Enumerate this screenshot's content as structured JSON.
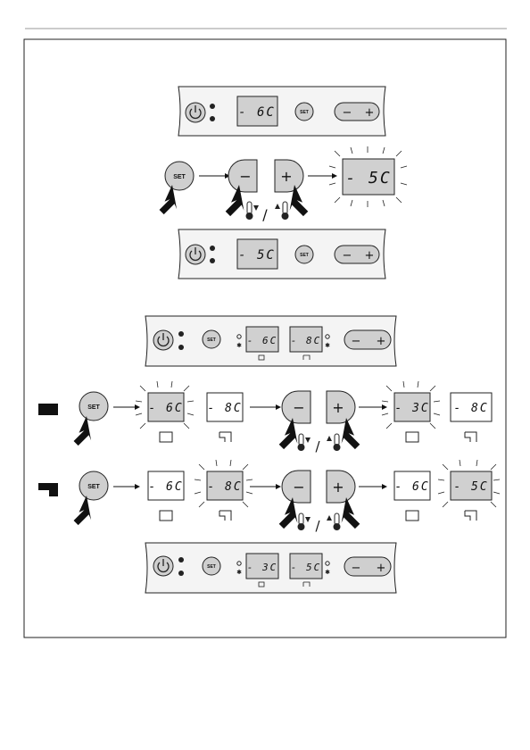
{
  "labels": {
    "set": "SET",
    "minus": "−",
    "plus": "+",
    "slash": "/"
  },
  "panels": {
    "p1_display": "- 6C",
    "p3_display": "- 5C",
    "p4_left": "- 6C",
    "p4_right": "- 8C",
    "p7_left": "- 3C",
    "p7_right": "- 5C"
  },
  "steps": {
    "single_result": "- 5C",
    "row1_sel": "- 6C",
    "row1_other": "- 8C",
    "row1_res_sel": "- 3C",
    "row1_res_other": "- 8C",
    "row2_other": "- 6C",
    "row2_sel": "- 8C",
    "row2_res_other": "- 6C",
    "row2_res_sel": "- 5C"
  },
  "icons": {
    "power": "power-icon",
    "freezer": "freezer-icon",
    "fridge": "fridge-compartment-icon",
    "thermometer_down": "thermometer-down-icon",
    "thermometer_up": "thermometer-up-icon",
    "finger": "pressing-finger-icon"
  },
  "colors": {
    "panel_fill": "#f4f4f4",
    "lcd_fill": "#d0d0d0",
    "button_fill": "#cfcfcf",
    "ink": "#111111"
  }
}
